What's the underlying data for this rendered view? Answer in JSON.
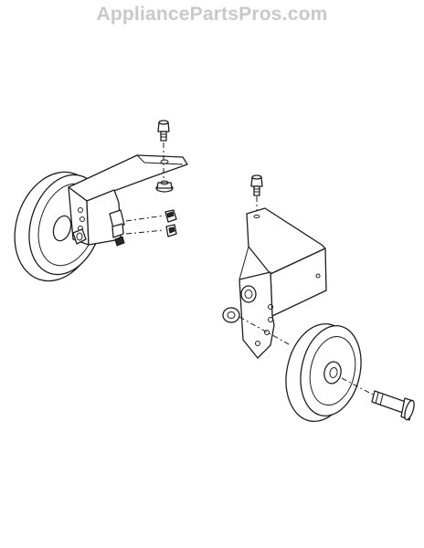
{
  "watermark": {
    "text": "AppliancePartsPros.com"
  },
  "diagram": {
    "assemblies": [
      "left-wheel-assembly",
      "right-wheel-assembly"
    ],
    "icons": [
      "bolt-icon",
      "nut-icon",
      "bracket-icon",
      "wheel-icon",
      "axle-bolt-icon"
    ],
    "colors": {
      "line": "#1e1e1e",
      "watermark": "#c9c9c9",
      "background": "#ffffff"
    }
  }
}
